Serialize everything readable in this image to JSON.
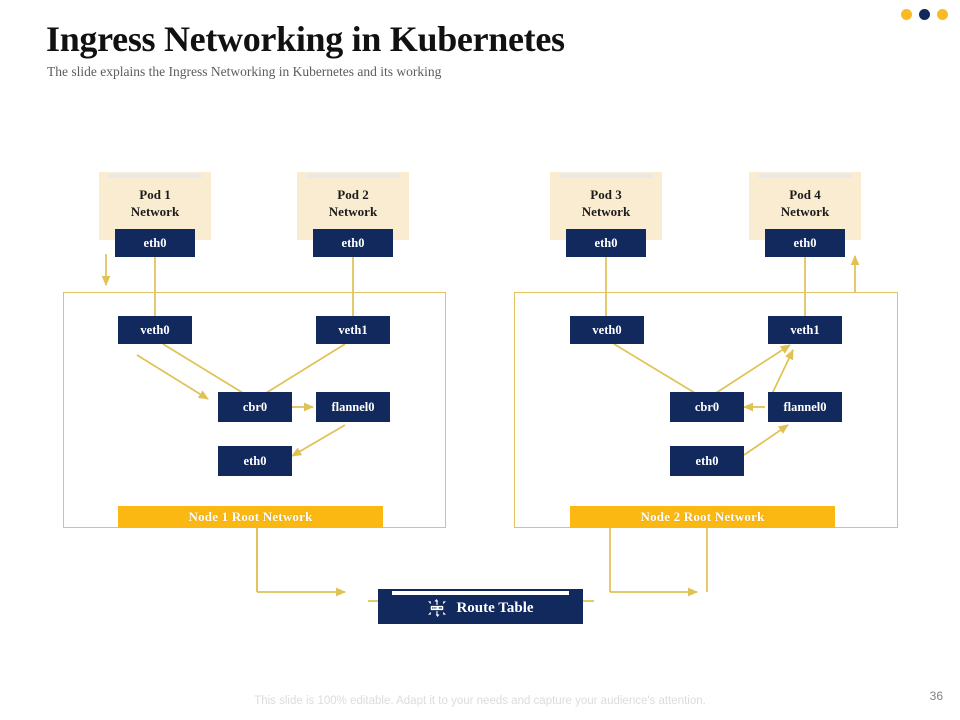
{
  "header": {
    "title": "Ingress Networking in Kubernetes",
    "subtitle": "The slide explains the Ingress Networking in Kubernetes and its working"
  },
  "dots": [
    {
      "name": "dot-yellow-1",
      "color": "#f9bb21"
    },
    {
      "name": "dot-navy",
      "color": "#12285c"
    },
    {
      "name": "dot-yellow-2",
      "color": "#f9bb21"
    }
  ],
  "colors": {
    "navy": "#11295c",
    "yellow": "#fbb813",
    "cream": "#faecd0",
    "wire": "#e0c153",
    "node_border": "#e3c265",
    "title": "#111111",
    "subtitle": "#5c5c5c"
  },
  "pods": [
    {
      "line1": "Pod 1",
      "line2": "Network",
      "eth": "eth0"
    },
    {
      "line1": "Pod 2",
      "line2": "Network",
      "eth": "eth0"
    },
    {
      "line1": "Pod 3",
      "line2": "Network",
      "eth": "eth0"
    },
    {
      "line1": "Pod 4",
      "line2": "Network",
      "eth": "eth0"
    }
  ],
  "nodes": [
    {
      "banner": "Node 1 Root Network",
      "veth0": "veth0",
      "veth1": "veth1",
      "cbr0": "cbr0",
      "flannel0": "flannel0",
      "eth0": "eth0"
    },
    {
      "banner": "Node 2 Root Network",
      "veth0": "veth0",
      "veth1": "veth1",
      "cbr0": "cbr0",
      "flannel0": "flannel0",
      "eth0": "eth0"
    }
  ],
  "route_table": {
    "label": "Route Table",
    "icon": "router-icon"
  },
  "footer": {
    "note": "This slide is 100% editable. Adapt it to your needs and capture your audience's attention.",
    "page_number": "36"
  }
}
